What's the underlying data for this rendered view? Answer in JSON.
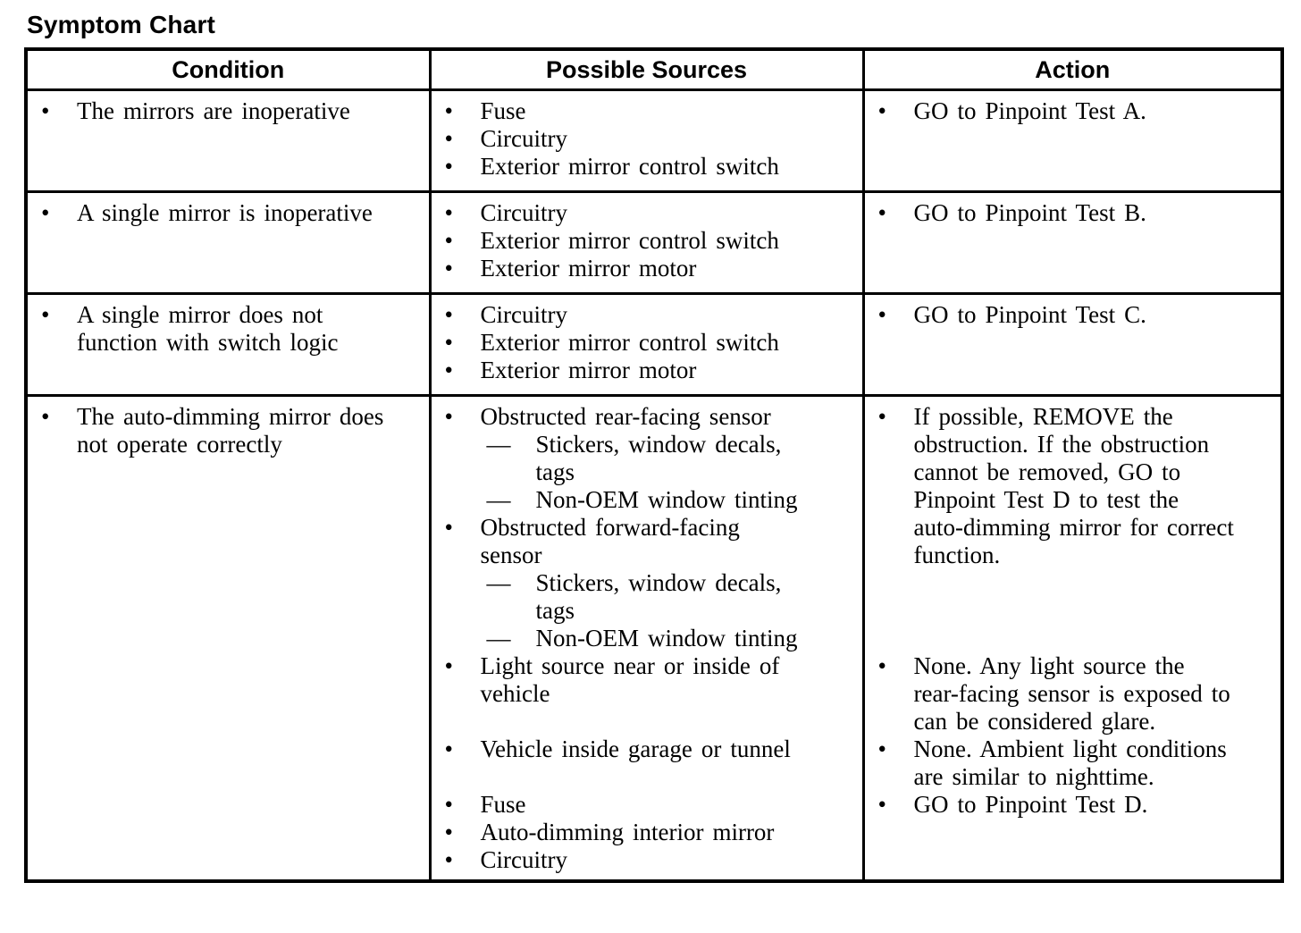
{
  "page_title": "Symptom Chart",
  "glyphs": {
    "bullet": "•",
    "dash": "—"
  },
  "colors": {
    "text": "#000000",
    "border": "#000000",
    "background": "#ffffff"
  },
  "table": {
    "headers": [
      "Condition",
      "Possible Sources",
      "Action"
    ],
    "rows": [
      {
        "condition": "The mirrors are inoperative",
        "sources": [
          "Fuse",
          "Circuitry",
          "Exterior mirror control switch"
        ],
        "action": "GO to Pinpoint Test A."
      },
      {
        "condition": "A single mirror is inoperative",
        "sources": [
          "Circuitry",
          "Exterior mirror control switch",
          "Exterior mirror motor"
        ],
        "action": "GO to Pinpoint Test B."
      },
      {
        "condition": "A single mirror does not function with switch logic",
        "sources": [
          "Circuitry",
          "Exterior mirror control switch",
          "Exterior mirror motor"
        ],
        "action": "GO to Pinpoint Test C."
      },
      {
        "condition": "The auto-dimming mirror does not operate correctly",
        "groups": [
          {
            "sources": [
              {
                "style": "bullet",
                "text": "Obstructed rear-facing sensor"
              },
              {
                "style": "dash",
                "text": "Stickers, window decals, tags"
              },
              {
                "style": "dash",
                "text": "Non-OEM window tinting"
              },
              {
                "style": "bullet",
                "text": "Obstructed forward-facing sensor"
              },
              {
                "style": "dash",
                "text": "Stickers, window decals, tags"
              },
              {
                "style": "dash",
                "text": "Non-OEM window tinting"
              }
            ],
            "action": "If possible, REMOVE the obstruction. If the obstruction cannot be removed, GO to Pinpoint Test D to test the auto-dimming mirror for correct function."
          },
          {
            "sources": [
              {
                "style": "bullet",
                "text": "Light source near or inside of vehicle"
              }
            ],
            "action": "None. Any light source the rear-facing sensor is exposed to can be considered glare."
          },
          {
            "sources": [
              {
                "style": "bullet",
                "text": "Vehicle inside garage or tunnel"
              }
            ],
            "action": "None. Ambient light conditions are similar to nighttime."
          },
          {
            "sources": [
              {
                "style": "bullet",
                "text": "Fuse"
              },
              {
                "style": "bullet",
                "text": "Auto-dimming interior mirror"
              },
              {
                "style": "bullet",
                "text": "Circuitry"
              }
            ],
            "action": "GO to Pinpoint Test D."
          }
        ]
      }
    ]
  }
}
